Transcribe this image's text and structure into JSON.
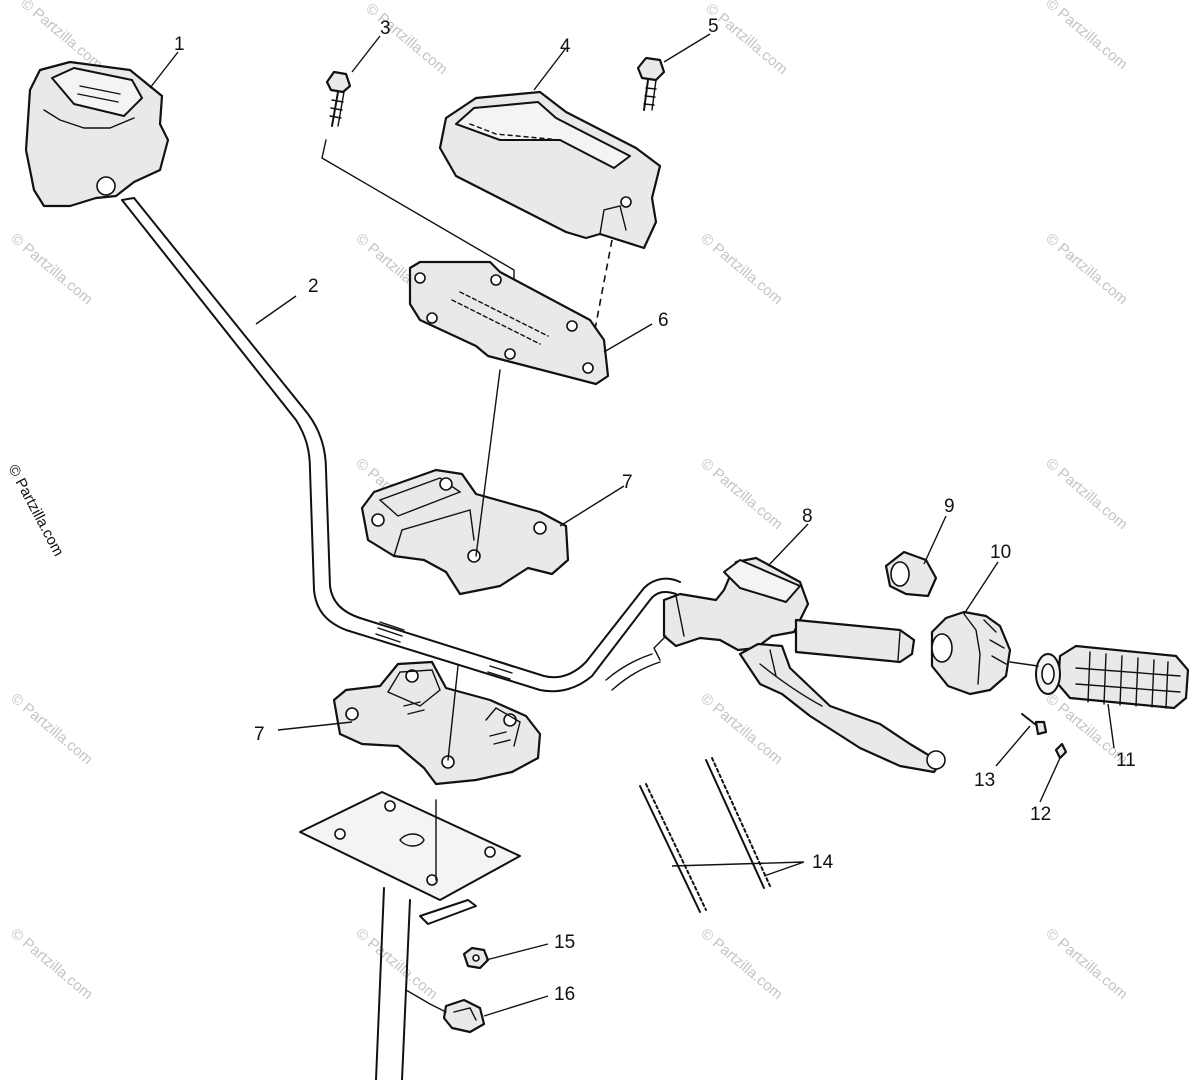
{
  "watermark": "© Partzilla.com",
  "side_watermark": "© Partzilla.com",
  "callouts": {
    "c1": "1",
    "c2": "2",
    "c3": "3",
    "c4": "4",
    "c5": "5",
    "c6": "6",
    "c7a": "7",
    "c7b": "7",
    "c8": "8",
    "c9": "9",
    "c10": "10",
    "c11": "11",
    "c12": "12",
    "c13": "13",
    "c14": "14",
    "c15": "15",
    "c16": "16"
  }
}
